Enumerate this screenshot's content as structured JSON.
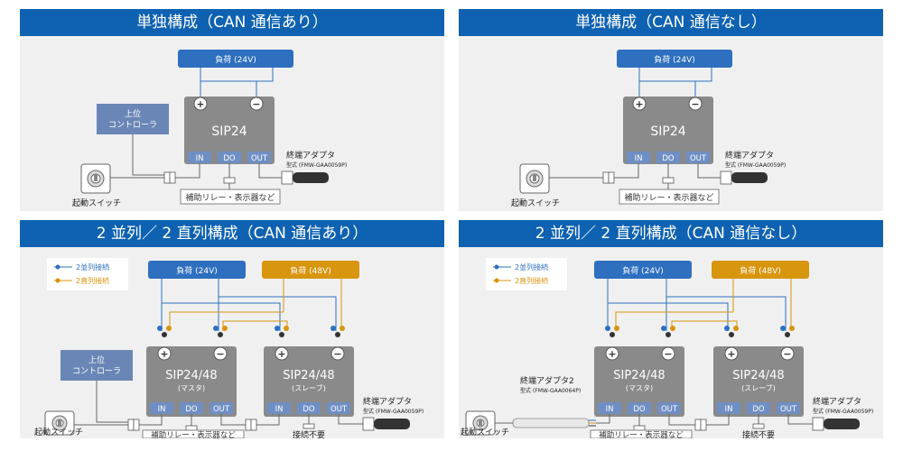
{
  "panels": [
    {
      "title": "単独構成（CAN 通信あり）",
      "load": "負荷 (24V)",
      "controller_line1": "上位",
      "controller_line2": "コントローラ",
      "device": "SIP24",
      "ports": [
        "IN",
        "DO",
        "OUT"
      ],
      "terminal_adapter": "終端アダプタ",
      "terminal_model": "型式 (FMW-GAA0059P)",
      "relay": "補助リレー・表示器など",
      "switch": "起動スイッチ"
    },
    {
      "title": "単独構成（CAN 通信なし）",
      "load": "負荷 (24V)",
      "device": "SIP24",
      "ports": [
        "IN",
        "DO",
        "OUT"
      ],
      "terminal_adapter": "終端アダプタ",
      "terminal_model": "型式 (FMW-GAA0059P)",
      "relay": "補助リレー・表示器など",
      "switch": "起動スイッチ"
    },
    {
      "title": "2 並列／ 2 直列構成（CAN 通信あり）",
      "legend_parallel": "2並列接続",
      "legend_series": "2直列接続",
      "load_24": "負荷 (24V)",
      "load_48": "負荷 (48V)",
      "controller_line1": "上位",
      "controller_line2": "コントローラ",
      "master_name": "SIP24/48",
      "master_role": "(マスタ)",
      "slave_name": "SIP24/48",
      "slave_role": "(スレーブ)",
      "ports": [
        "IN",
        "DO",
        "OUT"
      ],
      "terminal_adapter": "終端アダプタ",
      "terminal_model": "型式 (FMW-GAA0059P)",
      "relay": "補助リレー・表示器など",
      "not_needed": "接続不要",
      "switch": "起動スイッチ"
    },
    {
      "title": "2 並列／ 2 直列構成（CAN 通信なし）",
      "legend_parallel": "2並列接続",
      "legend_series": "2直列接続",
      "load_24": "負荷 (24V)",
      "load_48": "負荷 (48V)",
      "terminal_adapter2": "終端アダプタ2",
      "terminal_model2": "型式 (FMW-GAA0064P)",
      "master_name": "SIP24/48",
      "master_role": "(マスタ)",
      "slave_name": "SIP24/48",
      "slave_role": "(スレーブ)",
      "ports": [
        "IN",
        "DO",
        "OUT"
      ],
      "terminal_adapter": "終端アダプタ",
      "terminal_model": "型式 (FMW-GAA0059P)",
      "relay": "補助リレー・表示器など",
      "not_needed": "接続不要",
      "switch": "起動スイッチ"
    }
  ],
  "colors": {
    "header": "#0f62b1",
    "panel_bg": "#f0f0f0",
    "load_24": "#2e6fc0",
    "load_48": "#d8950e",
    "controller": "#6a86b6",
    "device": "#8a8a8a",
    "port": "#6f8fc4"
  }
}
